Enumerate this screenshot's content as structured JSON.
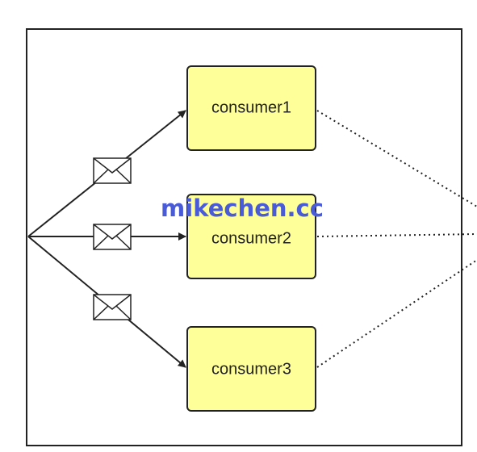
{
  "consumers": [
    {
      "label": "consumer1"
    },
    {
      "label": "consumer2"
    },
    {
      "label": "consumer3"
    }
  ],
  "watermark": "mikechen.cc",
  "colors": {
    "consumer_fill": "#FFFF99",
    "stroke": "#222222",
    "watermark": "#4A5BD8",
    "envelope_fill": "#FFFFFF"
  },
  "icons": {
    "message": "envelope-icon"
  }
}
